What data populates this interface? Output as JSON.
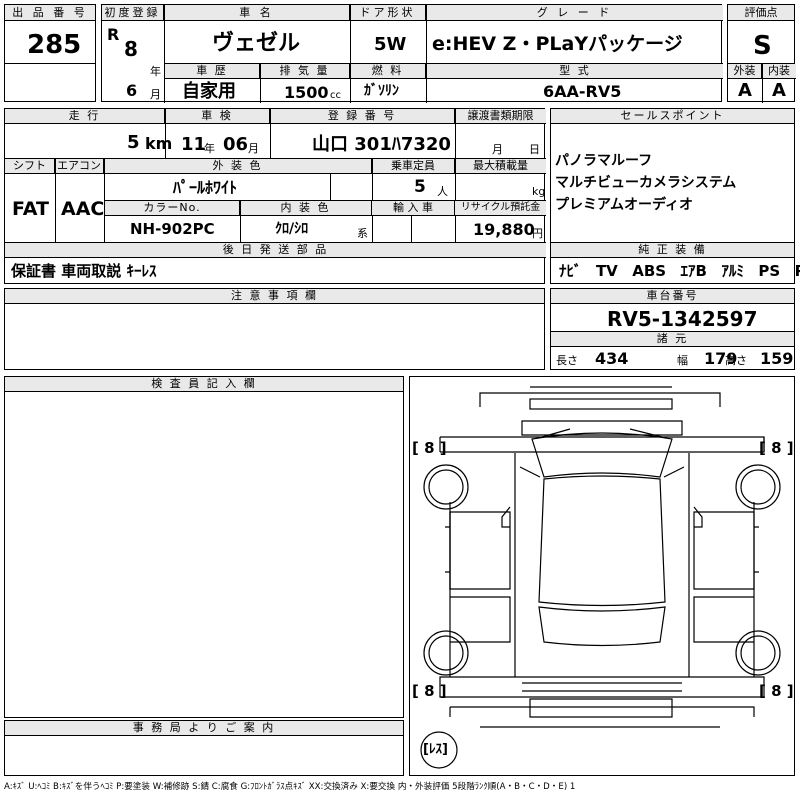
{
  "header": {
    "lot_no_label": "出 品 番 号",
    "lot_no": "285",
    "first_reg_label": "初度登録",
    "era": "R",
    "year_value": "8",
    "year_unit": "年",
    "month_value": "6",
    "month_unit": "月",
    "car_name_label": "車 名",
    "car_name": "ヴェゼル",
    "door_label": "ドア形状",
    "door": "5W",
    "grade_label": "グ レ ー ド",
    "grade": "e:HEV Z・PLaYパッケージ",
    "score_label": "評価点",
    "score": "S",
    "history_label": "車 歴",
    "history": "自家用",
    "displacement_label": "排 気 量",
    "displacement": "1500",
    "displacement_unit": "cc",
    "fuel_label": "燃 料",
    "fuel": "ｶﾞｿﾘﾝ",
    "model_label": "型 式",
    "model": "6AA-RV5",
    "exterior_label": "外装",
    "exterior": "A",
    "interior_label": "内装",
    "interior": "A"
  },
  "row2": {
    "mileage_label": "走 行",
    "mileage": "5",
    "mileage_unit": "km",
    "inspection_label": "車 検",
    "insp_year": "11",
    "insp_year_unit": "年",
    "insp_month": "06",
    "insp_month_unit": "月",
    "reg_no_label": "登 録 番 号",
    "reg_no": "山口 301ﾊ7320",
    "transfer_label": "譲渡書類期限",
    "transfer_month_unit": "月",
    "transfer_day_unit": "日",
    "shift_label": "シフト",
    "aircon_label": "エアコン",
    "shift": "FAT",
    "aircon": "AAC",
    "color_label": "外 装 色",
    "color": "ﾊﾟｰﾙﾎﾜｲﾄ",
    "capacity_label": "乗車定員",
    "capacity": "5",
    "capacity_unit": "人",
    "load_label": "最大積載量",
    "load_unit": "kg",
    "color_no_label": "カラーNo.",
    "color_no": "NH-902PC",
    "int_color_label": "内 装 色",
    "int_color": "ｸﾛ/ｼﾛ",
    "int_color_unit": "系",
    "import_label": "輸 入 車",
    "recycle_label": "リサイクル預託金",
    "recycle": "19,880",
    "recycle_unit": "円",
    "later_label": "後 日 発 送 部 品",
    "later_items": "保証書 車両取説 ｷｰﾚｽ"
  },
  "sales": {
    "label": "セールスポイント",
    "points": [
      "パノラマルーフ",
      "マルチビューカメラシステム",
      "プレミアムオーディオ"
    ]
  },
  "equipment": {
    "label": "純 正 装 備",
    "items": "ﾅﾋﾞ  TV  ABS  ｴｱB  ｱﾙﾐ  PS  PW"
  },
  "notes": {
    "label": "注 意 事 項 欄"
  },
  "chassis": {
    "label": "車台番号",
    "number": "RV5-1342597",
    "dims_label": "諸 元",
    "length_label": "長さ",
    "length": "434",
    "width_label": "幅",
    "width": "179",
    "height_label": "高さ",
    "height": "159"
  },
  "inspector": {
    "label": "検 査 員 記 入 欄"
  },
  "office": {
    "label": "事 務 局 よ り ご 案 内"
  },
  "diagram": {
    "tl": "[ 8 ]",
    "tr": "[ 8 ]",
    "bl": "[ 8 ]",
    "br": "[ 8 ]",
    "spare": "[ﾚｽ]"
  },
  "legend": "A:ｷｽﾞ U:ﾍｺﾐ B:ｷｽﾞを伴うﾍｺﾐ P:要塗装 W:補修跡 S:錆 C:腐食 G:ﾌﾛﾝﾄｶﾞﾗｽ点ｷｽﾞ XX:交換済み X:要交換 内・外装評価 5段階ﾗﾝｸ順(A・B・C・D・E) 1"
}
